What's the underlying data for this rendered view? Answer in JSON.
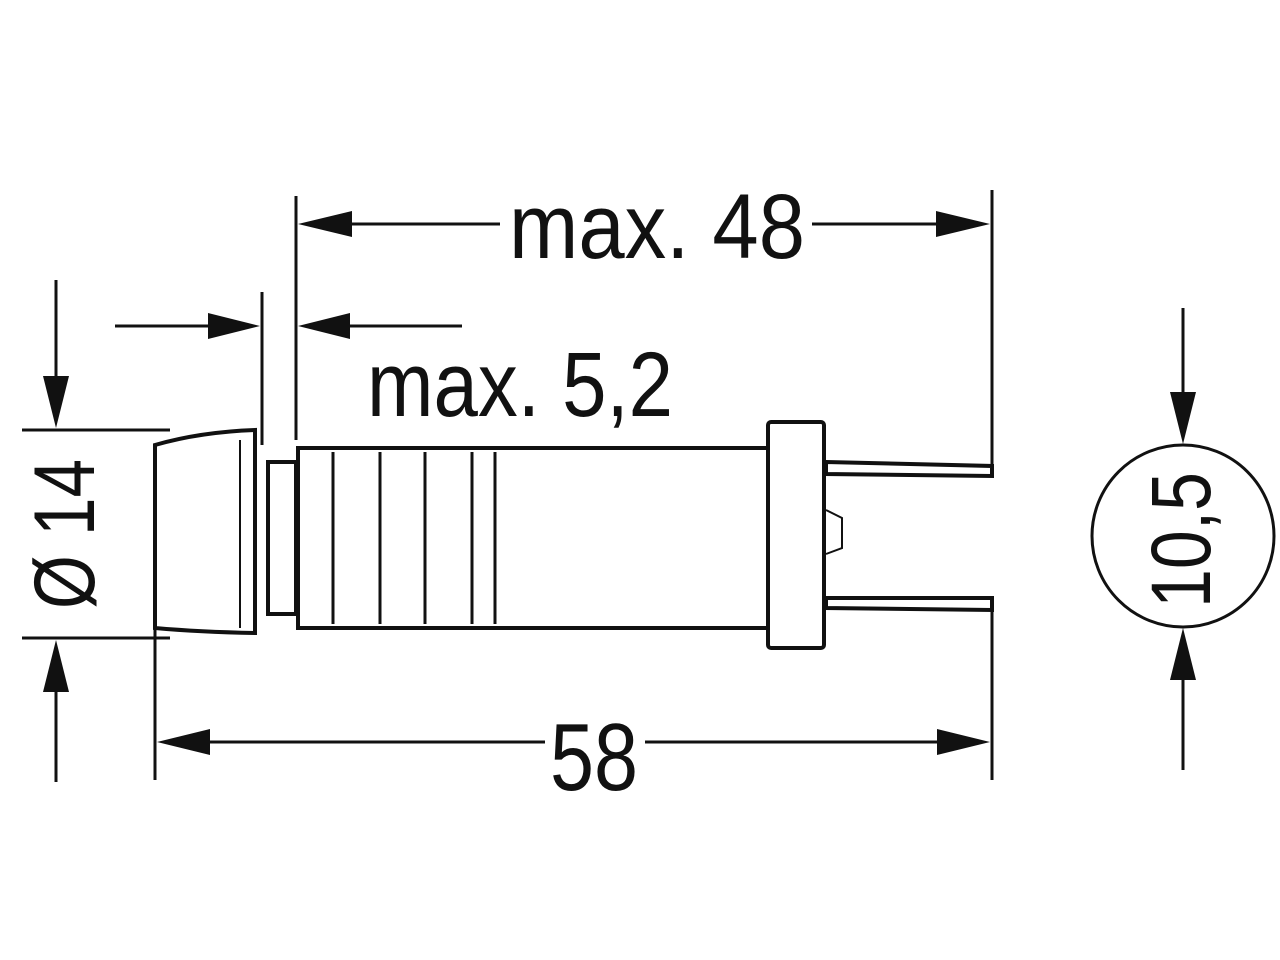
{
  "dimensions": {
    "overall_length": "max. 48",
    "panel_thickness": "max. 5,2",
    "diameter": "Ø 14",
    "total_length": "58",
    "cutout": "10,5"
  },
  "colors": {
    "line": "#111111",
    "background": "#ffffff"
  }
}
